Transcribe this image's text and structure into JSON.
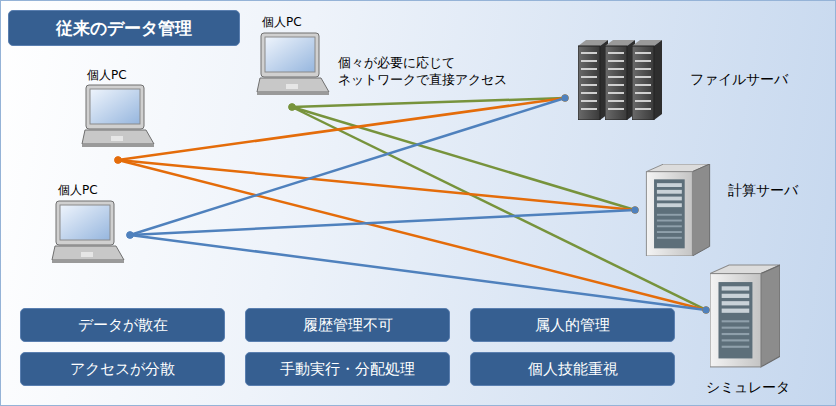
{
  "diagram": {
    "title": "従来のデータ管理",
    "nodes": [
      {
        "text": [
          "個人PC"
        ]
      },
      {
        "text": [
          "個人PC"
        ]
      },
      {
        "text": [
          "個人PC"
        ]
      },
      {
        "text": [
          "ファイルサーバ"
        ]
      },
      {
        "text": [
          "計算サーバ"
        ]
      },
      {
        "text": [
          "シミュレータ"
        ]
      },
      {
        "text": [
          "データが散在"
        ]
      },
      {
        "text": [
          "履歴管理不可"
        ]
      },
      {
        "text": [
          "属人的管理"
        ]
      },
      {
        "text": [
          "アクセスが分散"
        ]
      },
      {
        "text": [
          "手動実行・分配処理"
        ]
      },
      {
        "text": [
          "個人技能重視"
        ]
      }
    ],
    "edges": [
      {
        "from": 0,
        "to": 3,
        "arrow": "none"
      },
      {
        "from": 0,
        "to": 4,
        "arrow": "none"
      },
      {
        "from": 0,
        "to": 5,
        "arrow": "none"
      },
      {
        "from": 1,
        "to": 3,
        "arrow": "none"
      },
      {
        "from": 1,
        "to": 4,
        "arrow": "none"
      },
      {
        "from": 1,
        "to": 5,
        "arrow": "none"
      },
      {
        "from": 2,
        "to": 3,
        "arrow": "none"
      },
      {
        "from": 2,
        "to": 4,
        "arrow": "none"
      },
      {
        "from": 2,
        "to": 5,
        "arrow": "none"
      }
    ],
    "labels": [
      "個々が必要に応じて ネットワークで直接アクセス"
    ]
  }
}
